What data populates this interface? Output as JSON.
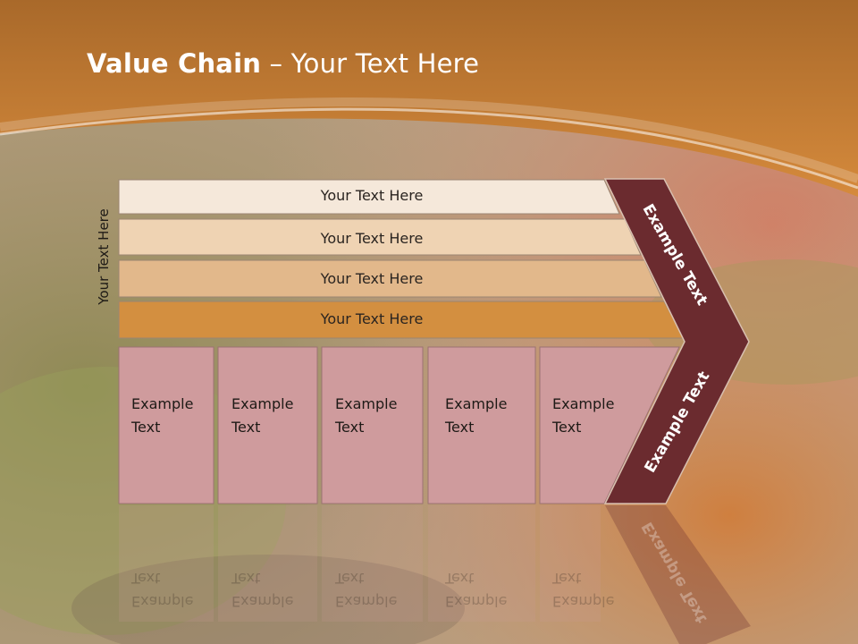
{
  "slide": {
    "title_bold": "Value Chain",
    "title_rest": " – Your Text Here",
    "side_label": "Your Text Here",
    "bars": [
      {
        "label": "Your Text Here",
        "color": "#f5e8da"
      },
      {
        "label": "Your Text Here",
        "color": "#efd3b3"
      },
      {
        "label": "Your Text Here",
        "color": "#e2b88b"
      },
      {
        "label": "Your Text Here",
        "color": "#d38f40"
      }
    ],
    "boxes": [
      {
        "line1": "Example",
        "line2": "Text"
      },
      {
        "line1": "Example",
        "line2": "Text"
      },
      {
        "line1": "Example",
        "line2": "Text"
      },
      {
        "line1": "Example",
        "line2": "Text"
      },
      {
        "line1": "Example",
        "line2": "Text"
      }
    ],
    "chevron_top": "Example Text",
    "chevron_bottom": "Example Text",
    "colors": {
      "header": "#c77a2c",
      "box_fill": "#cf9b9d",
      "chevron": "#6b2b2f"
    }
  }
}
